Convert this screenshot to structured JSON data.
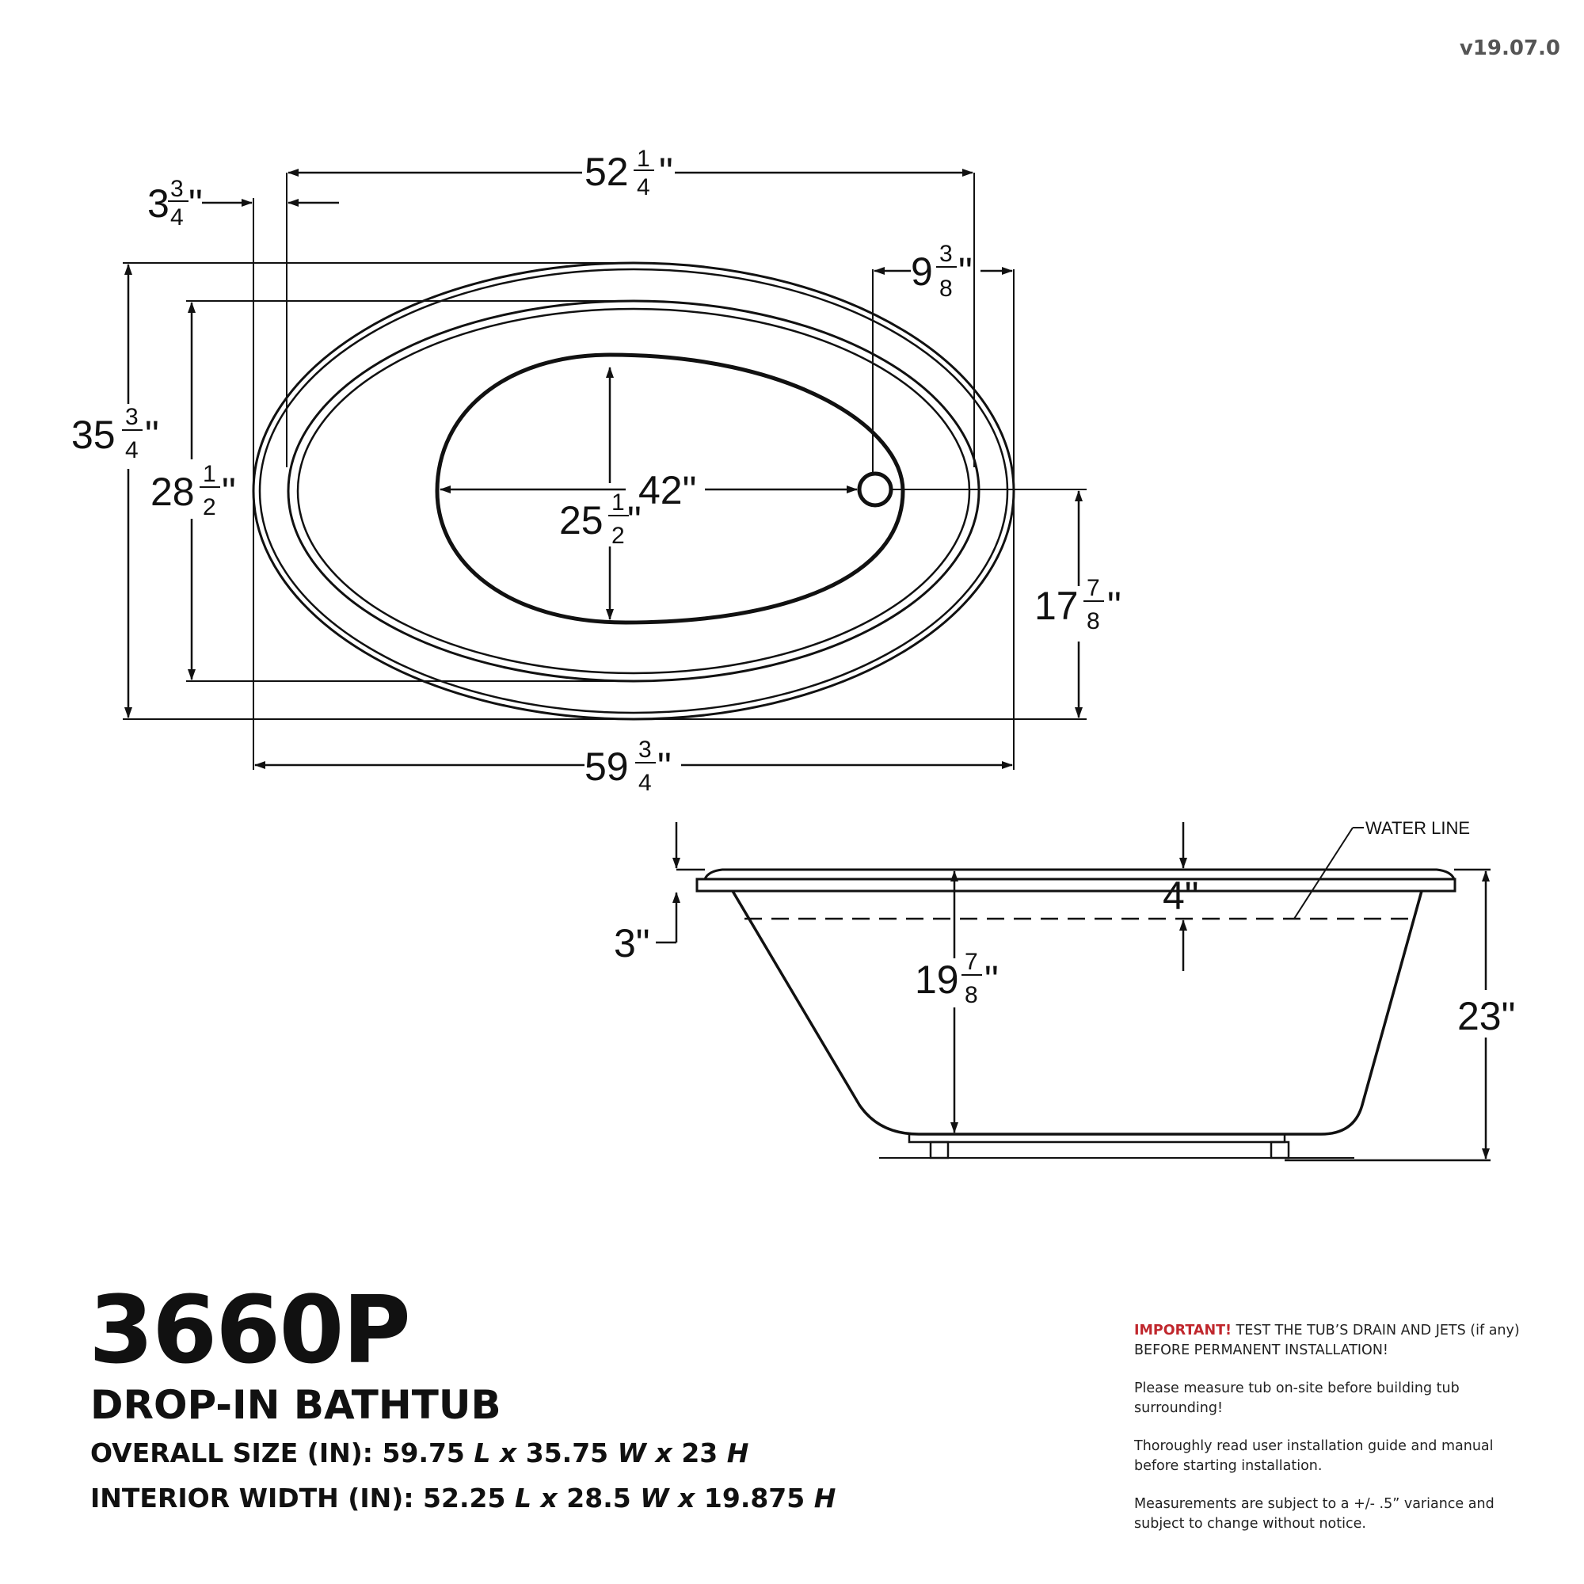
{
  "version": "v19.07.0",
  "dimensions": {
    "top_length": {
      "whole": "52",
      "num": "1",
      "den": "4",
      "unit": "\""
    },
    "rim_offset": {
      "whole": "3",
      "num": "3",
      "den": "4",
      "unit": "\""
    },
    "drain_offset": {
      "whole": "9",
      "num": "3",
      "den": "8",
      "unit": "\""
    },
    "overall_width": {
      "whole": "35",
      "num": "3",
      "den": "4",
      "unit": "\""
    },
    "interior_width": {
      "whole": "28",
      "num": "1",
      "den": "2",
      "unit": "\""
    },
    "floor_length": {
      "text": "42\""
    },
    "floor_width": {
      "whole": "25",
      "num": "1",
      "den": "2",
      "unit": "\""
    },
    "drain_to_edge": {
      "whole": "17",
      "num": "7",
      "den": "8",
      "unit": "\""
    },
    "overall_length": {
      "whole": "59",
      "num": "3",
      "den": "4",
      "unit": "\""
    },
    "water_line_label": "WATER LINE",
    "flange_height": {
      "text": "3\""
    },
    "water_depth_offset": {
      "text": "4\""
    },
    "interior_depth": {
      "whole": "19",
      "num": "7",
      "den": "8",
      "unit": "\""
    },
    "overall_height": {
      "text": "23\""
    }
  },
  "product": {
    "model": "3660P",
    "type": "DROP-IN BATHTUB",
    "overall_size_label": "OVERALL SIZE (IN):",
    "overall_size": {
      "l": "59.75",
      "w": "35.75",
      "h": "23"
    },
    "interior_label": "INTERIOR WIDTH (IN):",
    "interior_size": {
      "l": "52.25",
      "w": "28.5",
      "h": "19.875"
    },
    "unit_l": "L",
    "unit_w": "W",
    "unit_h": "H",
    "times": "x"
  },
  "notes": {
    "important_label": "IMPORTANT!",
    "important_text": " TEST THE TUB’S DRAIN AND JETS (if any) BEFORE PERMANENT INSTALLATION!",
    "note_2": "Please measure tub on-site before building tub surrounding!",
    "note_3": "Thoroughly read user installation guide and manual before starting installation.",
    "note_4": "Measurements are subject to a +/- .5” variance and subject to change without notice."
  }
}
